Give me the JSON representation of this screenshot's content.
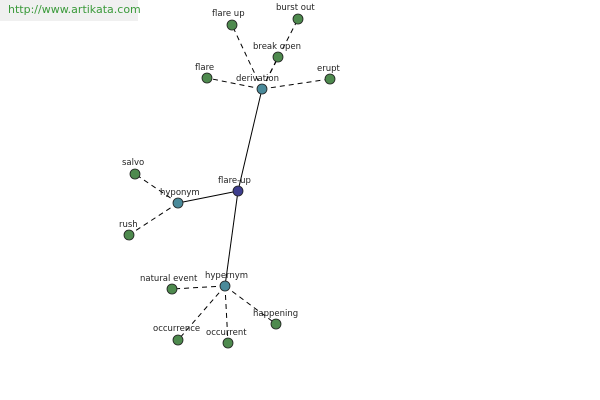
{
  "banner": {
    "url": "http://www.artikata.com"
  },
  "colors": {
    "root": "#3e3e8e",
    "relation": "#4a8a9a",
    "leaf": "#4e8a4e"
  },
  "graph": {
    "nodes": [
      {
        "id": "flare-up-root",
        "label": "flare-up",
        "kind": "root"
      },
      {
        "id": "derivation",
        "label": "derivation",
        "kind": "relation"
      },
      {
        "id": "hyponym",
        "label": "hyponym",
        "kind": "relation"
      },
      {
        "id": "hypernym",
        "label": "hypernym",
        "kind": "relation"
      },
      {
        "id": "flare-up-leaf",
        "label": "flare up",
        "kind": "leaf"
      },
      {
        "id": "burst-out",
        "label": "burst out",
        "kind": "leaf"
      },
      {
        "id": "break-open",
        "label": "break open",
        "kind": "leaf"
      },
      {
        "id": "flare",
        "label": "flare",
        "kind": "leaf"
      },
      {
        "id": "erupt",
        "label": "erupt",
        "kind": "leaf"
      },
      {
        "id": "salvo",
        "label": "salvo",
        "kind": "leaf"
      },
      {
        "id": "rush",
        "label": "rush",
        "kind": "leaf"
      },
      {
        "id": "natural-event",
        "label": "natural event",
        "kind": "leaf"
      },
      {
        "id": "happening",
        "label": "happening",
        "kind": "leaf"
      },
      {
        "id": "occurrence",
        "label": "occurrence",
        "kind": "leaf"
      },
      {
        "id": "occurrent",
        "label": "occurrent",
        "kind": "leaf"
      }
    ],
    "edges": [
      {
        "from": "flare-up-root",
        "to": "derivation",
        "style": "solid"
      },
      {
        "from": "flare-up-root",
        "to": "hyponym",
        "style": "solid"
      },
      {
        "from": "flare-up-root",
        "to": "hypernym",
        "style": "solid"
      },
      {
        "from": "derivation",
        "to": "flare-up-leaf",
        "style": "dashed"
      },
      {
        "from": "derivation",
        "to": "burst-out",
        "style": "dashed"
      },
      {
        "from": "derivation",
        "to": "break-open",
        "style": "dashed"
      },
      {
        "from": "derivation",
        "to": "flare",
        "style": "dashed"
      },
      {
        "from": "derivation",
        "to": "erupt",
        "style": "dashed"
      },
      {
        "from": "hyponym",
        "to": "salvo",
        "style": "dashed"
      },
      {
        "from": "hyponym",
        "to": "rush",
        "style": "dashed"
      },
      {
        "from": "hypernym",
        "to": "natural-event",
        "style": "dashed"
      },
      {
        "from": "hypernym",
        "to": "happening",
        "style": "dashed"
      },
      {
        "from": "hypernym",
        "to": "occurrence",
        "style": "dashed"
      },
      {
        "from": "hypernym",
        "to": "occurrent",
        "style": "dashed"
      }
    ]
  }
}
